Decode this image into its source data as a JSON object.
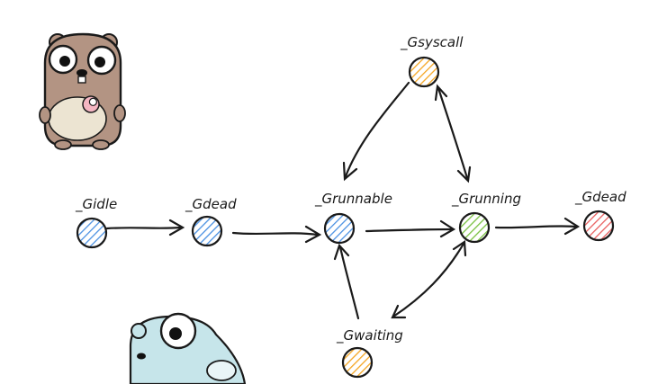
{
  "diagram": {
    "states": [
      {
        "id": "idle",
        "label": "_Gidle",
        "color": "#4a90e2"
      },
      {
        "id": "dead1",
        "label": "_Gdead",
        "color": "#4a90e2"
      },
      {
        "id": "runnable",
        "label": "_Grunnable",
        "color": "#4a90e2"
      },
      {
        "id": "running",
        "label": "_Grunning",
        "color": "#7ac143"
      },
      {
        "id": "dead2",
        "label": "_Gdead",
        "color": "#e85d5d"
      },
      {
        "id": "syscall",
        "label": "_Gsyscall",
        "color": "#f5a623"
      },
      {
        "id": "waiting",
        "label": "_Gwaiting",
        "color": "#f5a623"
      }
    ],
    "transitions": [
      {
        "from": "idle",
        "to": "dead1"
      },
      {
        "from": "dead1",
        "to": "runnable"
      },
      {
        "from": "runnable",
        "to": "running"
      },
      {
        "from": "running",
        "to": "dead2"
      },
      {
        "from": "syscall",
        "to": "runnable"
      },
      {
        "from": "running",
        "to": "syscall",
        "bidirectional": true
      },
      {
        "from": "running",
        "to": "waiting",
        "bidirectional": true
      },
      {
        "from": "waiting",
        "to": "runnable"
      }
    ]
  },
  "illustrations": {
    "top_left": "gopher-mascot-brown",
    "bottom_left": "gopher-mascot-blue"
  }
}
